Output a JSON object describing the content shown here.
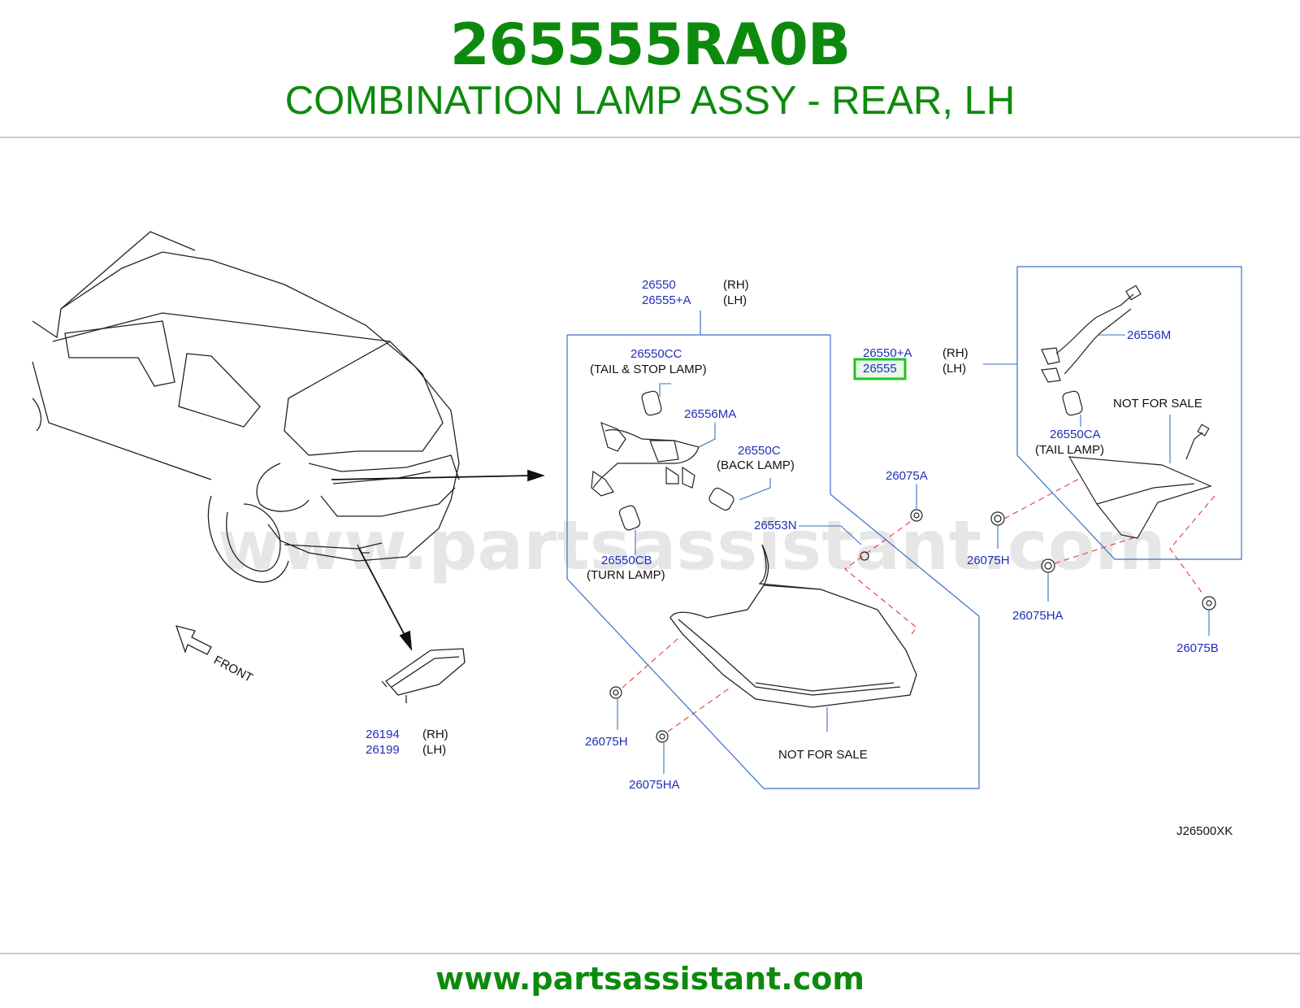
{
  "header": {
    "part_number": "265555RA0B",
    "part_name": "COMBINATION LAMP ASSY - REAR, LH"
  },
  "footer": {
    "url": "www.partsassistant.com"
  },
  "watermark": "www.partsassistant.com",
  "colors": {
    "brand_green": "#0d8a0d",
    "callout_blue": "#1f2fb8",
    "frame_blue": "#3a6fc4",
    "dashed_red": "#e23a3a",
    "highlight_green": "#22c322"
  },
  "diagram": {
    "front_label": "FRONT",
    "diagram_code": "J26500XK",
    "labels": {
      "l26550": "26550",
      "l26550_rh": "(RH)",
      "l26555a": "26555+A",
      "l26555a_lh": "(LH)",
      "l26550cc": "26550CC",
      "tail_stop": "(TAIL   &   STOP   LAMP)",
      "l26556ma": "26556MA",
      "l26550c": "26550C",
      "back_lamp": "(BACK   LAMP)",
      "l26550cb": "26550CB",
      "turn_lamp": "(TURN   LAMP)",
      "l26553n": "26553N",
      "not_for_sale_1": "NOT   FOR   SALE",
      "l26075h_1": "26075H",
      "l26075ha_1": "26075HA",
      "l26550a": "26550+A",
      "l26550a_rh": "(RH)",
      "l26555": "26555",
      "l26555_lh": "(LH)",
      "l26075a": "26075A",
      "l26556m": "26556M",
      "not_for_sale_2": "NOT   FOR   SALE",
      "l26550ca": "26550CA",
      "tail_lamp": "(TAIL   LAMP)",
      "l26075h_2": "26075H",
      "l26075ha_2": "26075HA",
      "l26075b": "26075B",
      "l26194": "26194",
      "l26194_rh": "(RH)",
      "l26199": "26199",
      "l26199_lh": "(LH)"
    }
  }
}
